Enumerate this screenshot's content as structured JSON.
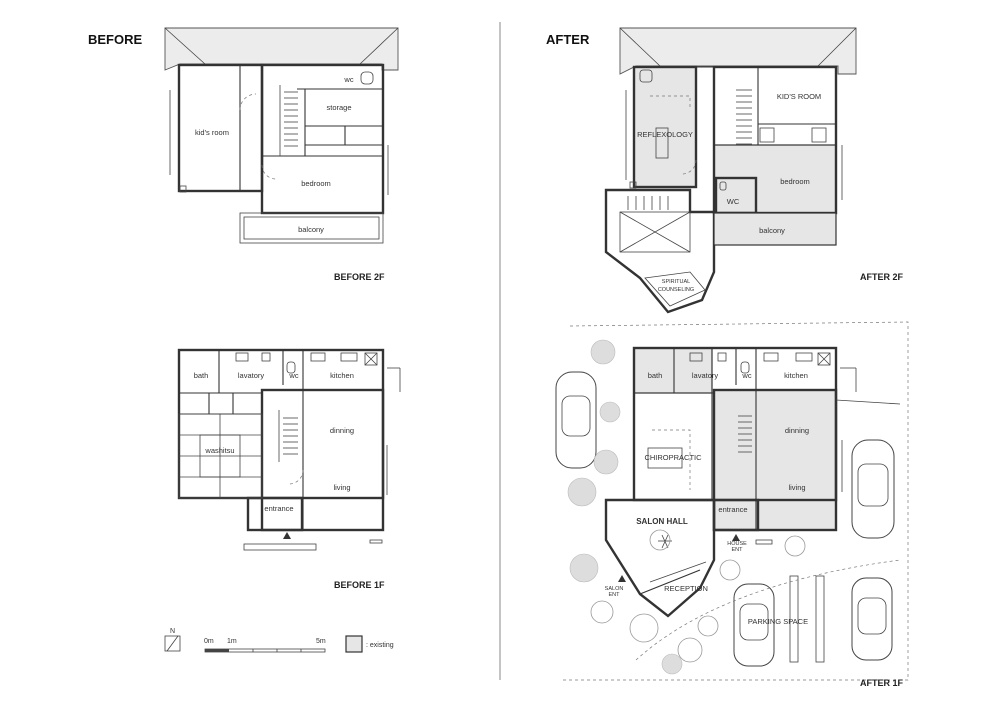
{
  "headings": {
    "before": "BEFORE",
    "after": "AFTER"
  },
  "floor_titles": {
    "before_2f": "BEFORE 2F",
    "before_1f": "BEFORE 1F",
    "after_2f": "AFTER 2F",
    "after_1f": "AFTER 1F"
  },
  "before_2f": {
    "wc": "wc",
    "storage": "storage",
    "kids_room": "kid's room",
    "bedroom": "bedroom",
    "balcony": "balcony"
  },
  "before_1f": {
    "bath": "bath",
    "lavatory": "lavatory",
    "wc": "wc",
    "kitchen": "kitchen",
    "washitsu": "washitsu",
    "dinning": "dinning",
    "living": "living",
    "entrance": "entrance"
  },
  "after_2f": {
    "reflexology": "REFLEXOLOGY",
    "kids_room": "KID'S ROOM",
    "bedroom": "bedroom",
    "wc": "WC",
    "balcony": "balcony",
    "spiritual_line1": "SPIRITUAL",
    "spiritual_line2": "COUNSELING"
  },
  "after_1f": {
    "bath": "bath",
    "lavatory": "lavatory",
    "wc": "wc",
    "kitchen": "kitchen",
    "chiropractic": "CHIROPRACTIC",
    "dinning": "dinning",
    "living": "living",
    "entrance": "entrance",
    "salon_hall": "SALON HALL",
    "house_ent_line1": "HOUSE",
    "house_ent_line2": "ENT",
    "salon_ent_line1": "SALON",
    "salon_ent_line2": "ENT",
    "reception": "RECEPTION",
    "parking": "PARKING SPACE"
  },
  "legend": {
    "north": "N",
    "scale_0": "0m",
    "scale_1": "1m",
    "scale_5": "5m",
    "existing": ": existing"
  },
  "colors": {
    "existing_fill": "#e6e6e6",
    "wall": "#333333"
  }
}
